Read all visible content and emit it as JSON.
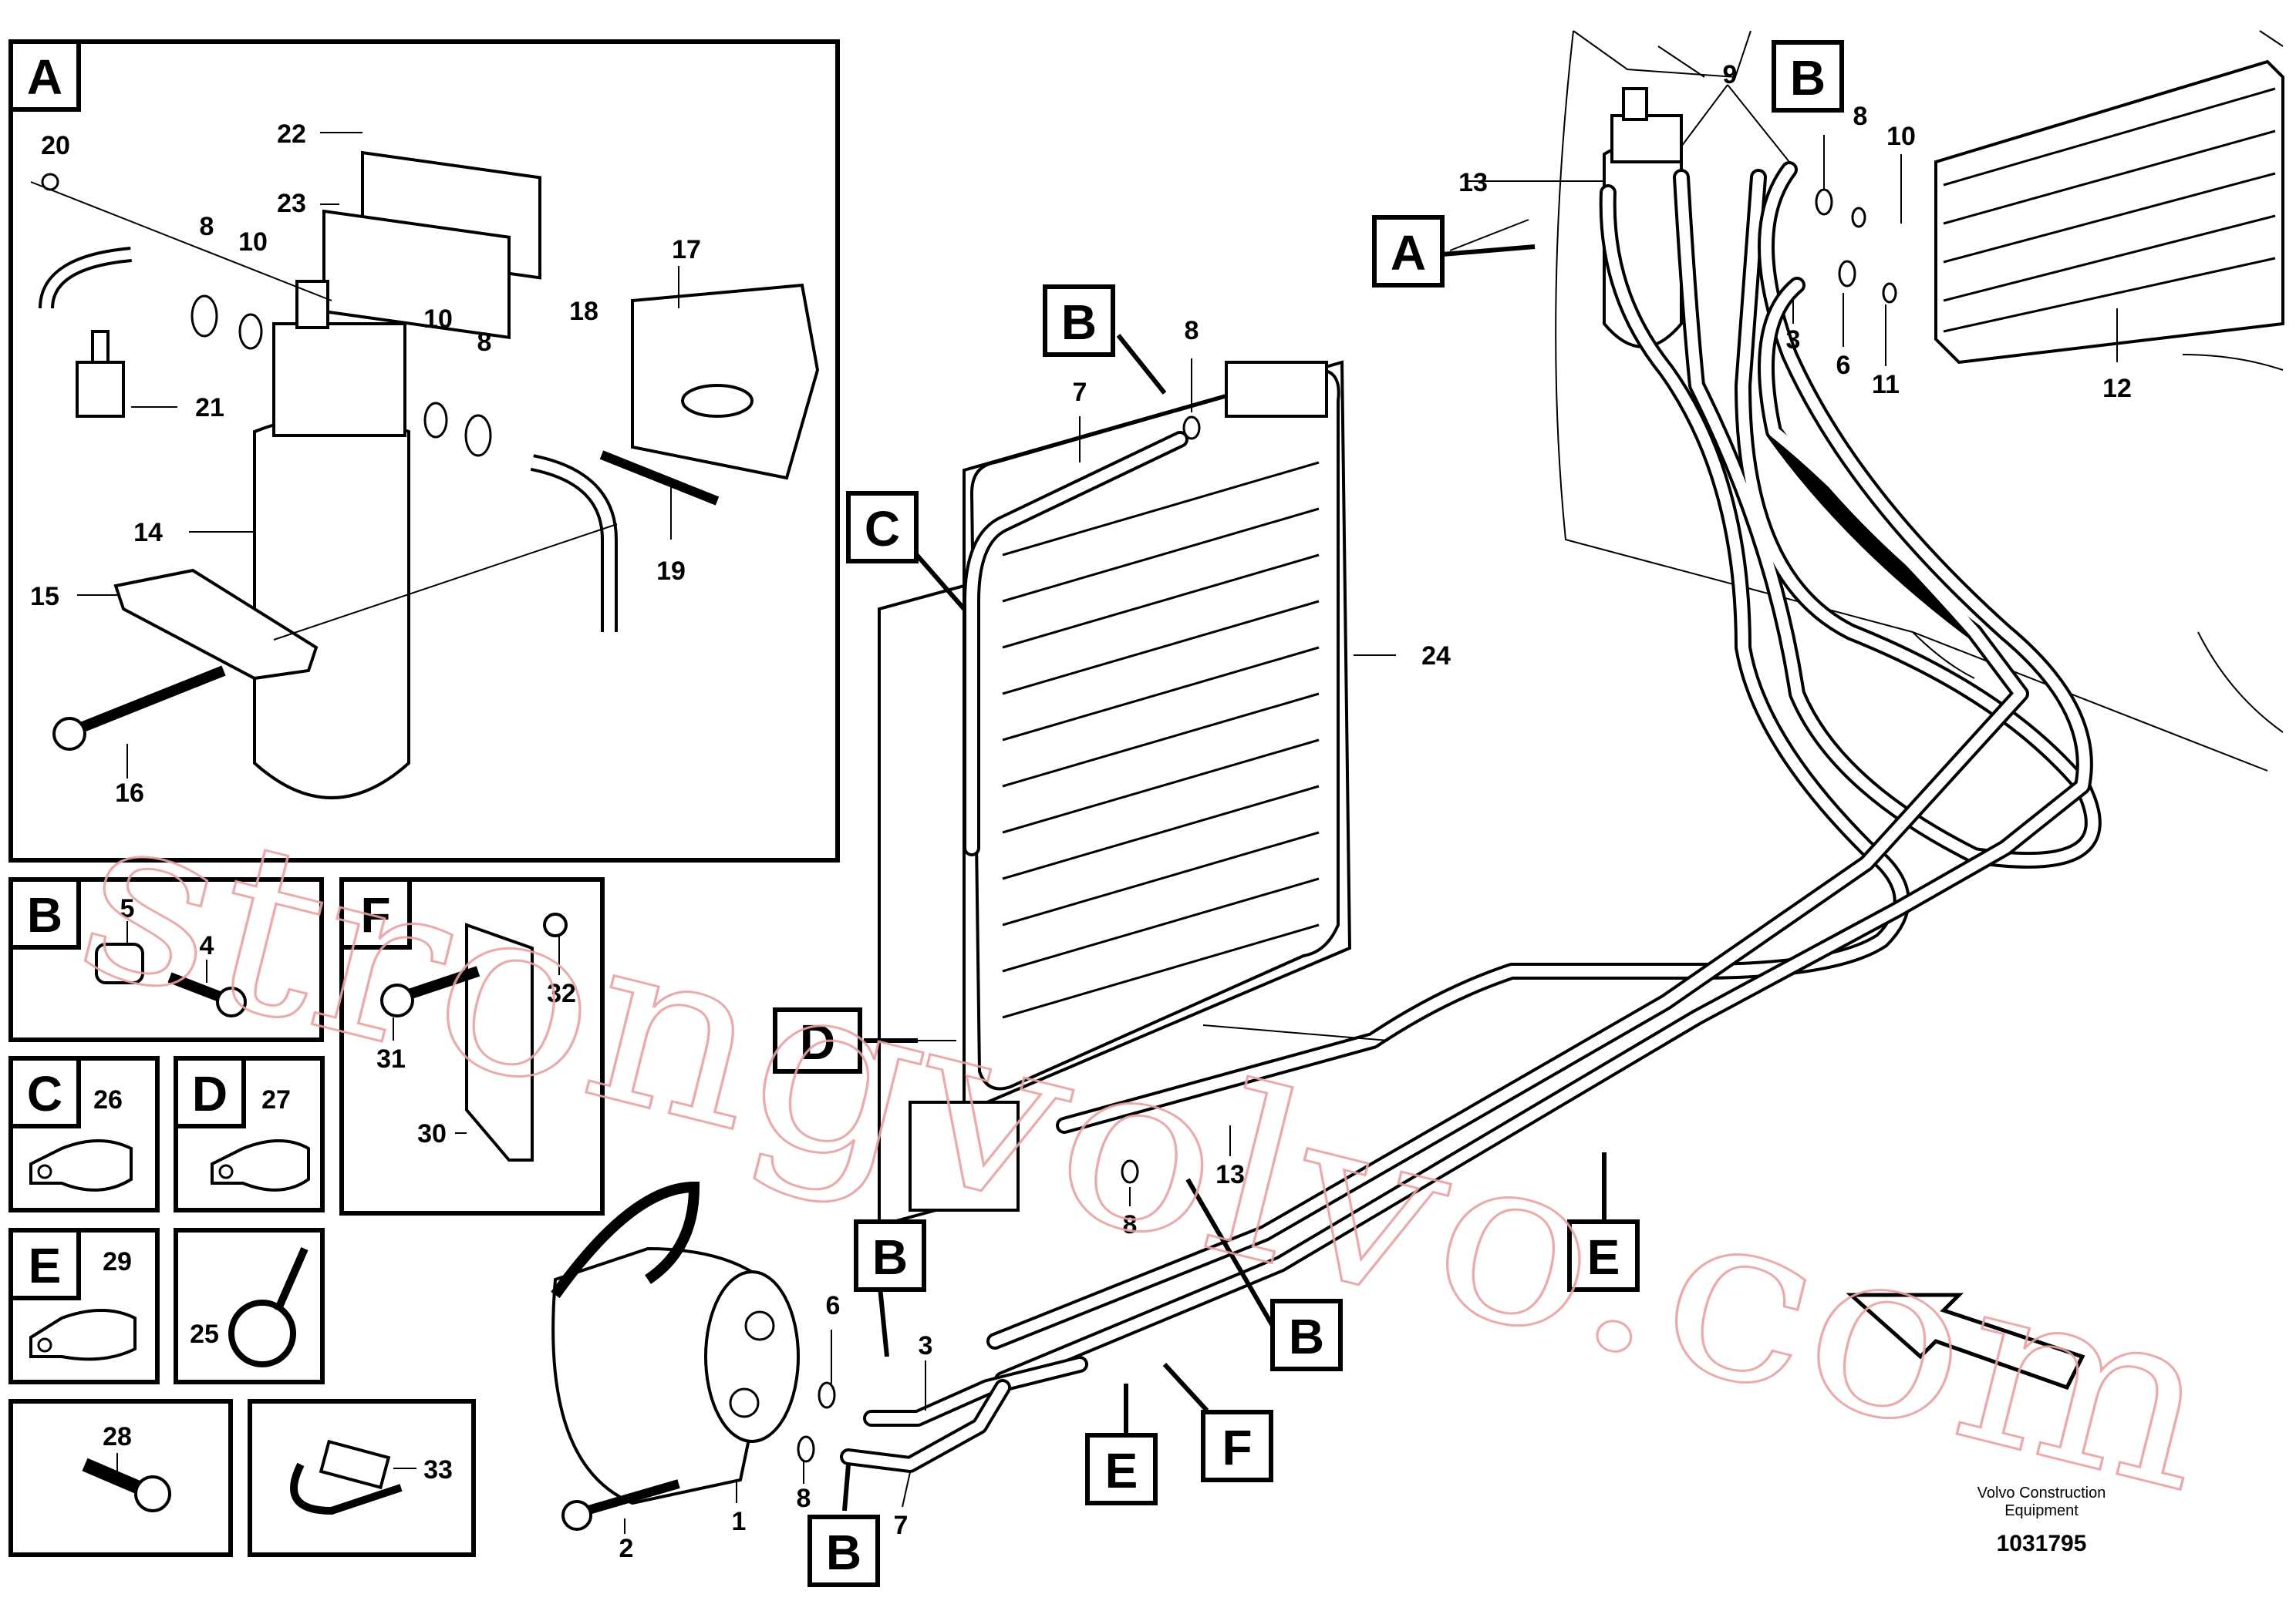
{
  "panels": {
    "A": {
      "letter": "A",
      "labels": [
        "20",
        "22",
        "23",
        "8",
        "10",
        "17",
        "18",
        "10",
        "8",
        "21",
        "14",
        "15",
        "19",
        "16"
      ]
    },
    "B": {
      "letter": "B",
      "labels": [
        "5",
        "4"
      ]
    },
    "F": {
      "letter": "F",
      "labels": [
        "32",
        "31",
        "30"
      ]
    },
    "C": {
      "letter": "C",
      "labels": [
        "26"
      ]
    },
    "D": {
      "letter": "D",
      "labels": [
        "27"
      ]
    },
    "E": {
      "letter": "E",
      "labels": [
        "29",
        "25"
      ]
    },
    "P28": {
      "labels": [
        "28"
      ]
    },
    "P33": {
      "labels": [
        "33"
      ]
    }
  },
  "main": {
    "boxes": [
      "B",
      "A",
      "B",
      "C",
      "D",
      "E",
      "B",
      "B",
      "E",
      "F"
    ],
    "labels": [
      "9",
      "8",
      "10",
      "13",
      "3",
      "6",
      "11",
      "12",
      "7",
      "8",
      "24",
      "13",
      "8",
      "6",
      "3",
      "1",
      "2",
      "8",
      "7"
    ]
  },
  "footer": {
    "line1": "Volvo Construction",
    "line2": "Equipment",
    "doc_number": "1031795"
  },
  "watermark": "strongvolvo.com"
}
